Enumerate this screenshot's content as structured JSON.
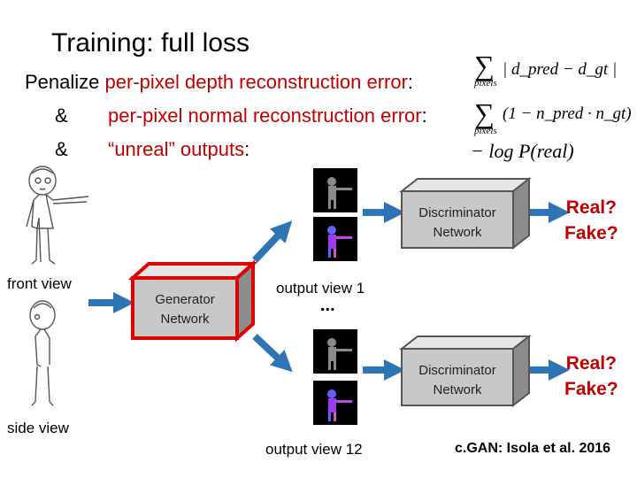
{
  "title": "Training: full loss",
  "penalize": {
    "lead": "Penalize",
    "line1_red": "per-pixel depth reconstruction error",
    "amp": "&",
    "line2_red": "per-pixel normal reconstruction error",
    "line3_red": "“unreal” outputs",
    "colon": ":"
  },
  "equations": {
    "sum_symbol": "∑",
    "pixels": "pixels",
    "depth_error": "| d_pred − d_gt |",
    "normal_error": "(1 − n_pred · n_gt)",
    "unreal": "− log P(real)"
  },
  "labels": {
    "front_view": "front view",
    "side_view": "side view",
    "output_view_1": "output view 1",
    "ellipsis": "...",
    "output_view_12": "output view 12"
  },
  "generator": {
    "line1": "Generator",
    "line2": "Network"
  },
  "discriminator": {
    "line1": "Discriminator",
    "line2": "Network"
  },
  "verdict": {
    "real": "Real?",
    "fake": "Fake?"
  },
  "citation": "c.GAN: Isola et al. 2016",
  "colors": {
    "red": "#c00000",
    "arrow": "#2e75b6",
    "box_front": "#c8c8c8",
    "box_side": "#8c8c8c",
    "generator_border": "#e00000"
  }
}
